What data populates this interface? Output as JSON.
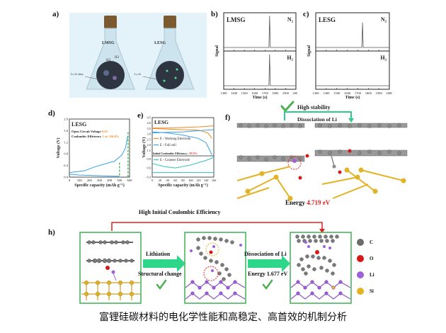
{
  "figure": {
    "caption": "富锂硅碳材料的电化学性能和高稳定、高首效的机制分析",
    "panels": {
      "a": {
        "label": "a)",
        "left_flask": {
          "title": "LMSG",
          "annotation": "Li–Si alloy",
          "gas_1": "H2",
          "gas_2": "H2"
        },
        "right_flask": {
          "title": "LESG",
          "annotation": "Li–Si"
        }
      },
      "f": {
        "label": "f)",
        "stability": "High stability",
        "process": "Dissociation of Li",
        "energy_label": "Energy",
        "energy_value": "4.719 eV"
      },
      "h": {
        "label": "h)",
        "top_arrow": "High Initial Coulombic Efficiency",
        "step1_top": "Lithiation",
        "step1_bottom": "Structural change",
        "step2_top": "Dissociation of Li",
        "step2_bottom": "Energy 1.677 eV",
        "legend": [
          {
            "symbol": "C",
            "color": "#6b6b6b"
          },
          {
            "symbol": "O",
            "color": "#d81818"
          },
          {
            "symbol": "Li",
            "color": "#a060d8"
          },
          {
            "symbol": "Si",
            "color": "#e2b324"
          }
        ]
      }
    }
  },
  "chart_data": [
    {
      "id": "b",
      "label": "b)",
      "type": "line",
      "title": "LMSG",
      "xlabel": "Time (s)",
      "ylabel": "Signal",
      "xlim": [
        1300,
        2000
      ],
      "xticks": [
        "1300",
        "1400",
        "1500",
        "1600",
        "1700",
        "1800",
        "1900",
        "2000"
      ],
      "series": [
        {
          "name": "N2",
          "label": "N₂",
          "peak_x": 1745,
          "peak_rel": 0.95
        },
        {
          "name": "H2",
          "label": "H₂",
          "peak_x": 1745,
          "peak_rel": 0.95
        }
      ]
    },
    {
      "id": "c",
      "label": "c)",
      "type": "line",
      "title": "LESG",
      "xlabel": "Time (s)",
      "ylabel": "Signal",
      "xlim": [
        1300,
        2000
      ],
      "xticks": [
        "1300",
        "1400",
        "1500",
        "1600",
        "1700",
        "1800",
        "1900",
        "2000"
      ],
      "series": [
        {
          "name": "N2",
          "label": "N₂",
          "peak_x": 1745,
          "peak_rel": 0.75
        },
        {
          "name": "H2",
          "label": "H₂",
          "peak_x": null,
          "peak_rel": 0
        }
      ]
    },
    {
      "id": "d",
      "label": "d)",
      "type": "line",
      "title": "LESG",
      "annotation_1_label": "Open Circuit Voltage",
      "annotation_1_value": "0.2V",
      "annotation_2_label": "Coulombic Efficiency",
      "annotation_2_value": "1 st: 116.8%",
      "xlabel": "Specific capacity (mAh g⁻¹)",
      "ylabel": "Voltage (V)",
      "xlim": [
        0,
        600
      ],
      "ylim": [
        0,
        2.0
      ],
      "xticks": [
        "0",
        "100",
        "200",
        "300",
        "400",
        "500",
        "600"
      ],
      "yticks": [
        "0.0",
        "0.4",
        "0.8",
        "1.2",
        "1.6",
        "2.0"
      ],
      "series": [
        {
          "name": "discharge",
          "x": [
            0,
            100,
            200,
            300,
            400,
            500
          ],
          "y": [
            0.1,
            0.07,
            0.06,
            0.05,
            0.04,
            0.03
          ]
        },
        {
          "name": "charge",
          "x": [
            0,
            50,
            150,
            250,
            350,
            450,
            520,
            560,
            580
          ],
          "y": [
            0.15,
            0.18,
            0.22,
            0.35,
            0.45,
            0.55,
            0.75,
            1.0,
            1.4
          ]
        }
      ],
      "markers": [
        {
          "x": 500,
          "color": "#2aa84a"
        },
        {
          "x": 585,
          "color": "#2aa84a"
        }
      ]
    },
    {
      "id": "e",
      "label": "e)",
      "type": "line",
      "title": "LESG",
      "xlabel": "Specific capacity (mAh g⁻¹)",
      "ylabel": "Voltage (V)",
      "xlim": [
        0,
        160
      ],
      "ylim_top": [
        1.0,
        4.5
      ],
      "ylim_bottom": [
        0.3,
        1.0
      ],
      "xticks": [
        "0",
        "20",
        "40",
        "60",
        "80",
        "100",
        "120",
        "140",
        "160"
      ],
      "yticks_top": [
        "1.5",
        "2.0",
        "2.5",
        "3.0",
        "3.5",
        "4.0",
        "4.5"
      ],
      "yticks_bottom": [
        "0.3",
        "0.6",
        "0.9"
      ],
      "efficiency_label": "Initial Coulombic Efficiency :",
      "efficiency_value": "97.2%",
      "series": [
        {
          "name": "E - Working Electrode",
          "color": "#f08a24",
          "x": [
            0,
            40,
            80,
            120,
            160
          ],
          "y": [
            3.55,
            3.55,
            3.6,
            3.65,
            3.75
          ]
        },
        {
          "name": "E - Working Electrode (discharge)",
          "color": "#f08a24",
          "x": [
            0,
            40,
            80,
            120,
            145,
            155
          ],
          "y": [
            3.5,
            3.45,
            3.4,
            3.35,
            3.1,
            2.6
          ]
        },
        {
          "name": "E - Full cell",
          "color": "#3aa0e8",
          "x": [
            0,
            40,
            80,
            120,
            160
          ],
          "y": [
            3.1,
            3.15,
            3.2,
            3.3,
            3.4
          ]
        },
        {
          "name": "E - Full cell (discharge)",
          "color": "#3aa0e8",
          "x": [
            0,
            40,
            80,
            120,
            140,
            155
          ],
          "y": [
            3.2,
            3.1,
            2.9,
            2.6,
            2.2,
            1.1
          ]
        },
        {
          "name": "E - Counter Electrode",
          "color": "#30c0c0",
          "x": [
            0,
            30,
            60,
            100,
            140,
            160
          ],
          "y": [
            0.75,
            0.65,
            0.6,
            0.7,
            0.85,
            0.95
          ]
        },
        {
          "name": "E - Counter Electrode (flat)",
          "color": "#30c0c0",
          "x": [
            0,
            40,
            80,
            120,
            160
          ],
          "y": [
            0.45,
            0.45,
            0.45,
            0.45,
            0.45
          ]
        }
      ],
      "legend": [
        "E - Working Electrode",
        "E - Full cell",
        "E - Counter Electrode"
      ]
    }
  ]
}
